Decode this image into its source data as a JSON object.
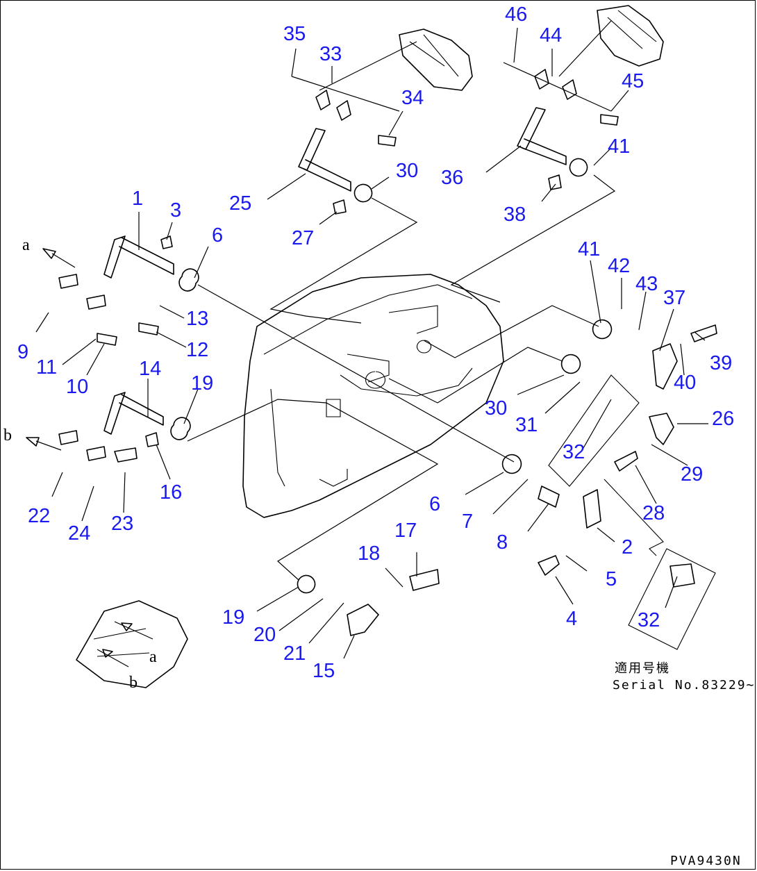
{
  "drawing_code": "PVA9430N",
  "serial_note": {
    "jp_label": "適用号機",
    "serial_text": "Serial No.83229∼"
  },
  "view_letters": {
    "a": "a",
    "b": "b"
  },
  "callouts": [
    "1",
    "2",
    "3",
    "4",
    "5",
    "6",
    "7",
    "8",
    "9",
    "10",
    "11",
    "12",
    "13",
    "14",
    "15",
    "16",
    "17",
    "18",
    "19",
    "20",
    "21",
    "22",
    "23",
    "24",
    "25",
    "26",
    "27",
    "28",
    "29",
    "30",
    "31",
    "32",
    "33",
    "34",
    "35",
    "36",
    "37",
    "38",
    "39",
    "40",
    "41",
    "42",
    "43",
    "44",
    "45",
    "46"
  ],
  "colors": {
    "callout": "#1a1aee",
    "line": "#000000",
    "background": "#ffffff"
  }
}
